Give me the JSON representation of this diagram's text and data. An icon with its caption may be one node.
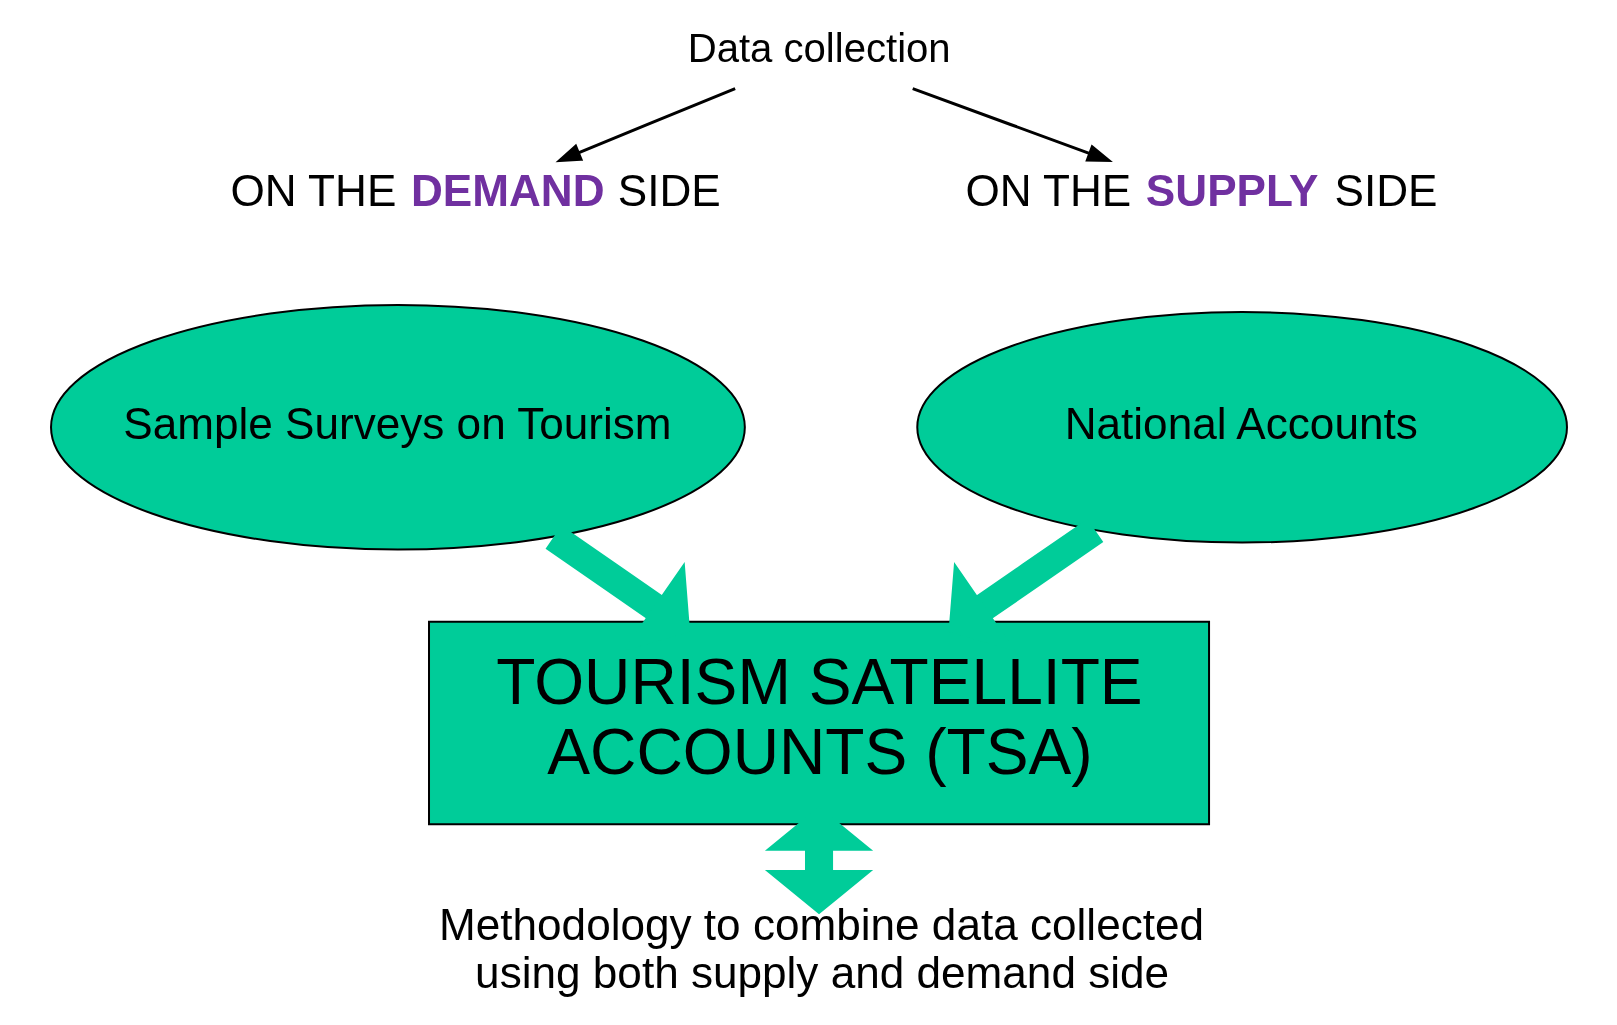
{
  "diagram": {
    "nodes": [
      {
        "text": [
          "Data collection"
        ]
      },
      {
        "text": [
          "ON THE **DEMAND** SIDE"
        ]
      },
      {
        "text": [
          "ON THE **SUPPLY** SIDE"
        ]
      },
      {
        "text": [
          "Sample Surveys on Tourism"
        ]
      },
      {
        "text": [
          "National Accounts"
        ]
      },
      {
        "text": [
          "TOURISM SATELLITE ACCOUNTS (TSA)"
        ]
      },
      {
        "text": [
          "Methodology to combine data collected using both supply and demand side"
        ]
      }
    ],
    "edges": [
      {
        "from": 0,
        "to": 1,
        "arrow": "to",
        "color": "#000000"
      },
      {
        "from": 0,
        "to": 2,
        "arrow": "to",
        "color": "#000000"
      },
      {
        "from": 3,
        "to": 5,
        "arrow": "to"
      },
      {
        "from": 4,
        "to": 5,
        "arrow": "to"
      },
      {
        "from": 5,
        "to": 6,
        "arrow": "both"
      }
    ]
  }
}
